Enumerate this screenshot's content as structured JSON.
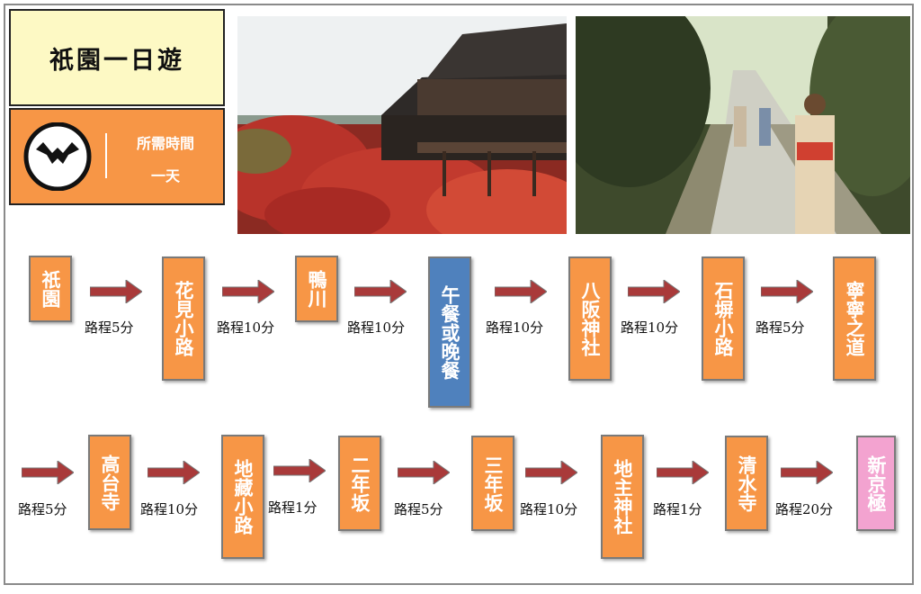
{
  "title": "祇園一日遊",
  "duration": {
    "label": "所需時間",
    "value": "一天"
  },
  "colors": {
    "stop": "#f79646",
    "meal": "#4f81bd",
    "final": "#f3a3d0",
    "arrow": "#a93a3a",
    "title_bg": "#fdf9c4"
  },
  "photos": [
    "kiyomizu-temple-autumn-photo",
    "stone-lane-kimono-photo"
  ],
  "route_row1": {
    "stops": [
      "祇園",
      "花見小路",
      "鴨川",
      "午餐或晚餐",
      "八阪神社",
      "石塀小路",
      "寧寧之道"
    ],
    "distances": [
      "路程5分",
      "路程10分",
      "路程10分",
      "路程10分",
      "路程10分",
      "路程5分"
    ]
  },
  "route_row2": {
    "stops": [
      "高台寺",
      "地藏小路",
      "二年坂",
      "三年坂",
      "地主神社",
      "清水寺",
      "新京極"
    ],
    "distances": [
      "路程5分",
      "路程10分",
      "路程1分",
      "路程5分",
      "路程10分",
      "路程1分",
      "路程20分"
    ]
  }
}
